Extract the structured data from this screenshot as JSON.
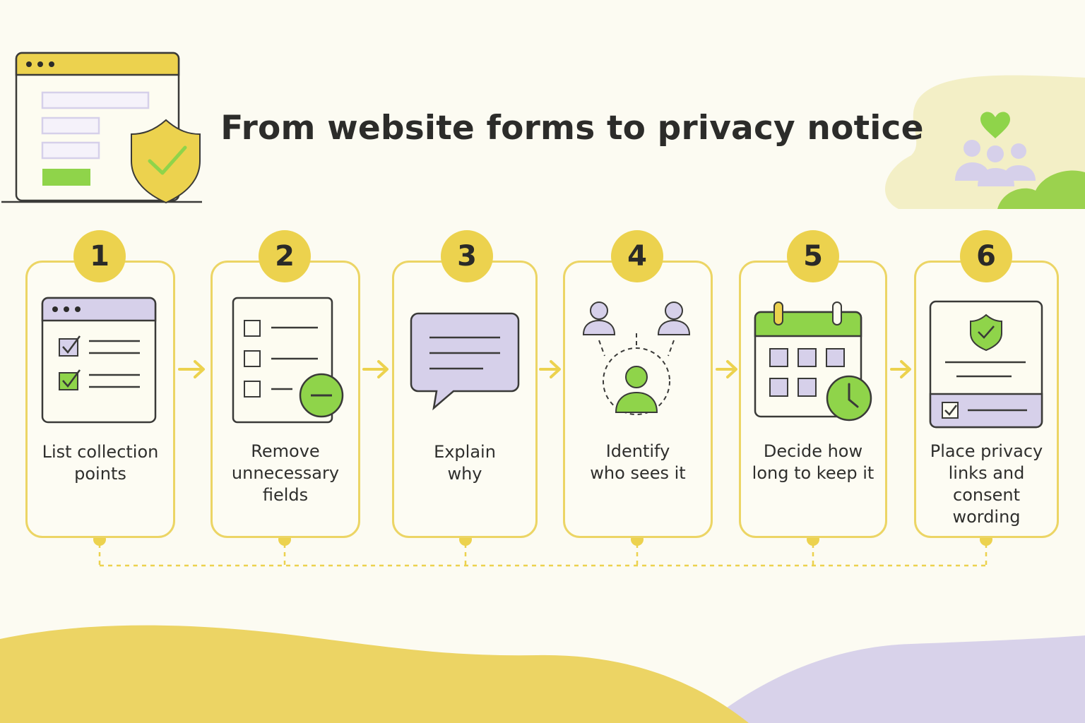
{
  "title": "From website forms to privacy notice",
  "colors": {
    "yellow": "#ecd24e",
    "yellow_border": "#ecd565",
    "green": "#8fd44a",
    "lavender": "#d6d0ea",
    "ink": "#2c2c2a",
    "background": "#fcfbf2"
  },
  "steps": [
    {
      "number": "1",
      "label_lines": [
        "List collection",
        "points"
      ],
      "icon": "form-checklist-icon"
    },
    {
      "number": "2",
      "label_lines": [
        "Remove",
        "unnecessary",
        "fields"
      ],
      "icon": "remove-field-icon"
    },
    {
      "number": "3",
      "label_lines": [
        "Explain",
        "why"
      ],
      "icon": "speech-bubble-icon"
    },
    {
      "number": "4",
      "label_lines": [
        "Identify",
        "who sees it"
      ],
      "icon": "people-network-icon"
    },
    {
      "number": "5",
      "label_lines": [
        "Decide how",
        "long to keep it"
      ],
      "icon": "calendar-clock-icon"
    },
    {
      "number": "6",
      "label_lines": [
        "Place privacy",
        "links and consent",
        "wording"
      ],
      "icon": "shield-document-icon"
    }
  ]
}
